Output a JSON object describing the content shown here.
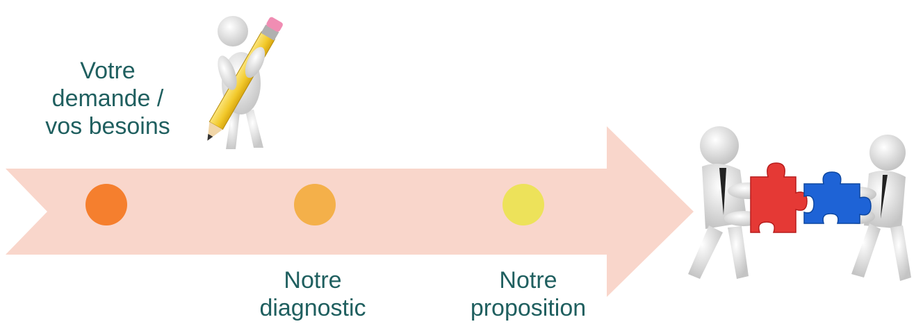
{
  "colors": {
    "arrow_fill": "#f9d6cb",
    "label_text": "#1f5f5f",
    "step1": "#f57f2e",
    "step2": "#f4b04a",
    "step3": "#ede25a",
    "puzzle_red": "#e53935",
    "puzzle_blue": "#1e63d6",
    "pencil_yellow": "#f6d43a",
    "eraser_pink": "#f08db3"
  },
  "steps": [
    {
      "label": "Votre\ndemande /\nvos besoins",
      "dot_color": "#f57f2e"
    },
    {
      "label": "Notre\ndiagnostic",
      "dot_color": "#f4b04a"
    },
    {
      "label": "Notre\nproposition",
      "dot_color": "#ede25a"
    }
  ],
  "illustrations": {
    "start": "person-with-pencil-icon",
    "end": "two-people-joining-puzzle-icon"
  }
}
